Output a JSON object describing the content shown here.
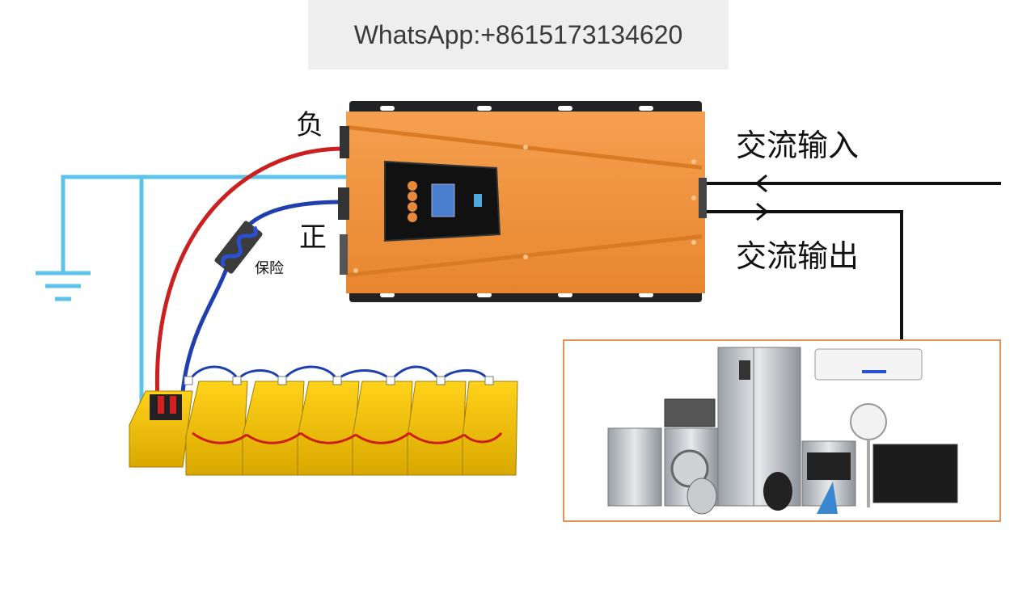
{
  "header": {
    "contact": "WhatsApp:+8615173134620"
  },
  "labels": {
    "negative": "负",
    "positive": "正",
    "fuse": "保险",
    "ac_input": "交流输入",
    "ac_output": "交流输出"
  },
  "colors": {
    "inverter": "#f0913a",
    "ground_wire": "#5ec3ea",
    "negative_wire": "#cc1f1f",
    "positive_wire": "#1f3fb0",
    "battery": "#f2c200",
    "appliance_frame": "#e0945a"
  },
  "battery_count": 7
}
